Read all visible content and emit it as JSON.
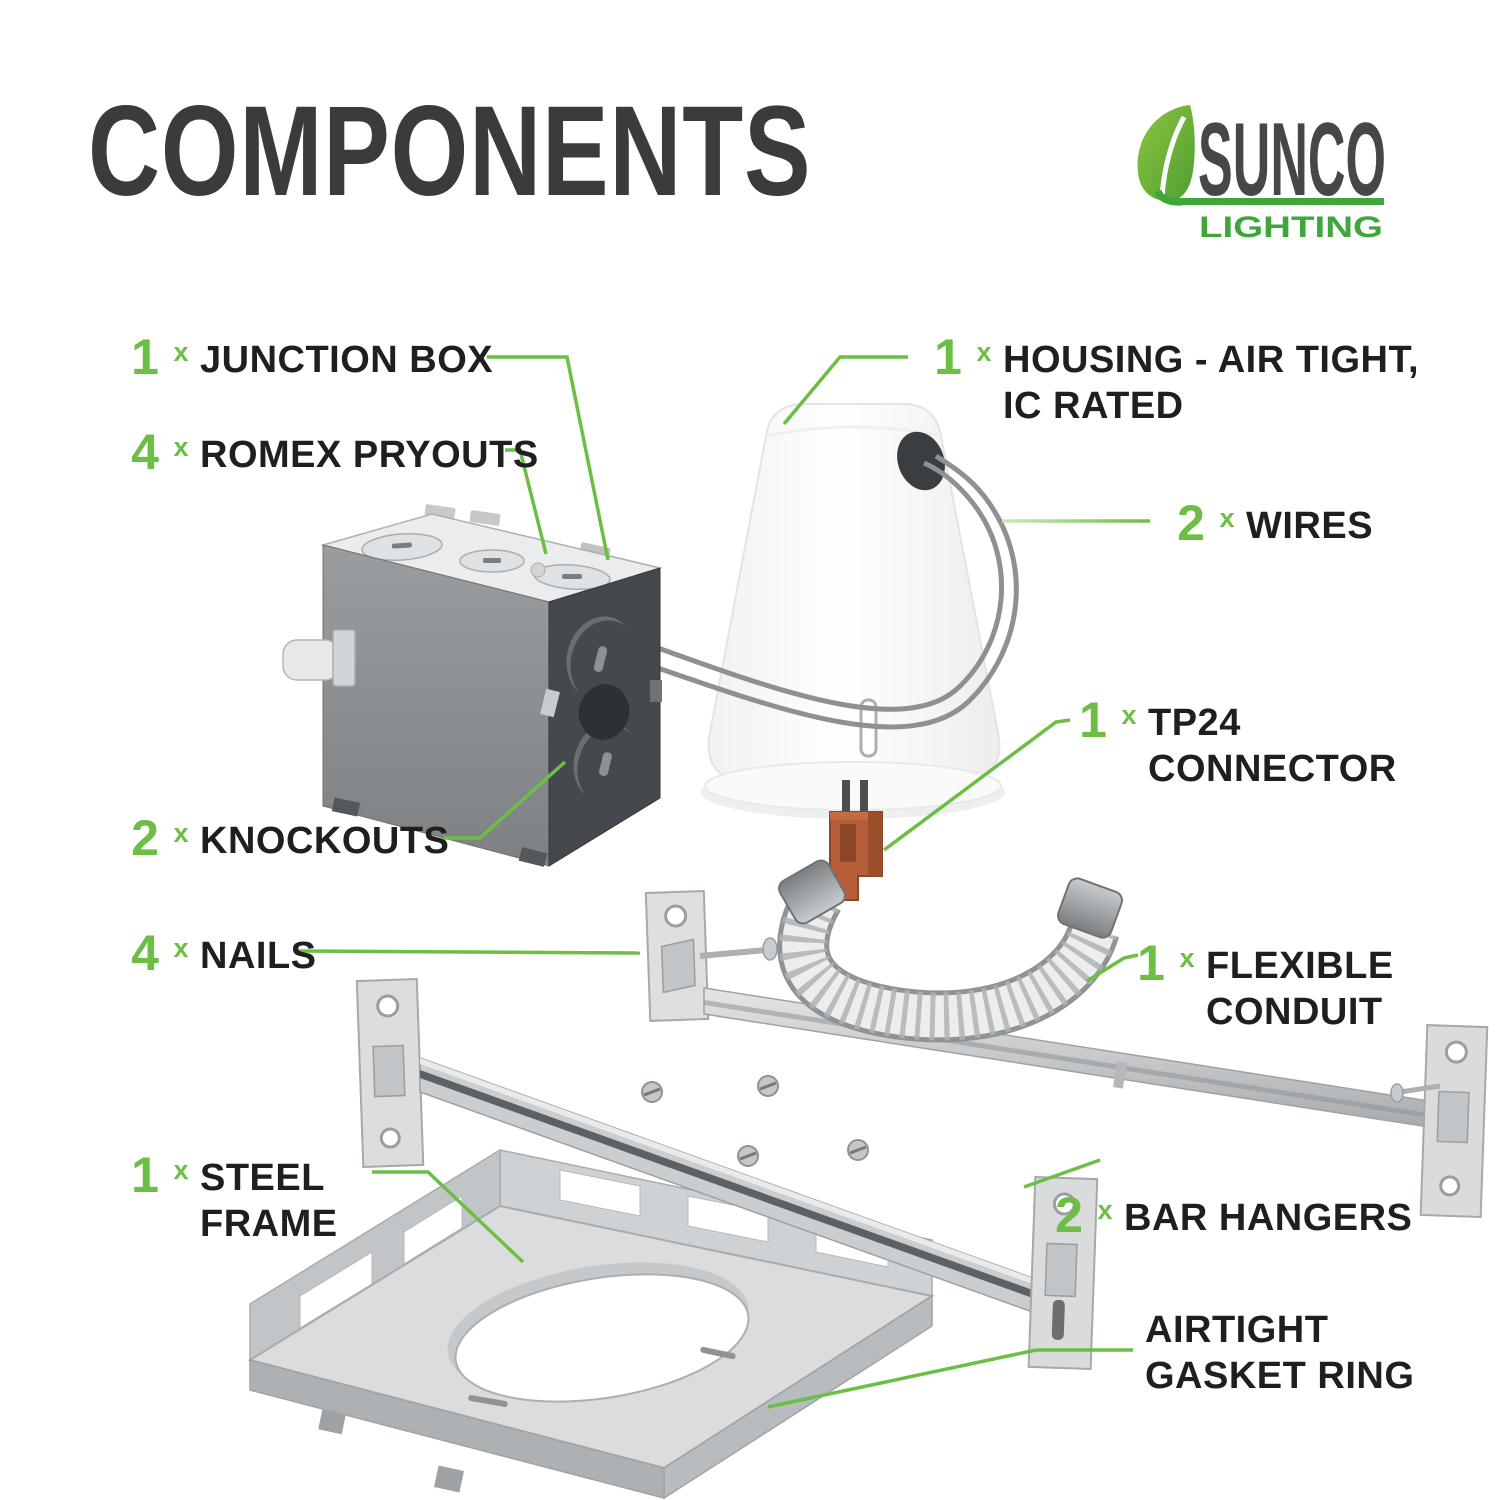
{
  "header": {
    "title": "COMPONENTS"
  },
  "logo": {
    "brand": "SUNCO",
    "subtitle": "LIGHTING",
    "brand_color": "#45474a",
    "green": "#3fa63c"
  },
  "colors": {
    "accent_green": "#6cbe45",
    "label_text": "#1f1f1f",
    "title_text": "#3b3b3b",
    "background": "#ffffff"
  },
  "components": [
    {
      "id": "junction-box",
      "qty": "1",
      "times": "x",
      "label": "JUNCTION BOX",
      "label_lines": [
        "JUNCTION BOX"
      ]
    },
    {
      "id": "romex-pryouts",
      "qty": "4",
      "times": "x",
      "label": "ROMEX PRYOUTS",
      "label_lines": [
        "ROMEX PRYOUTS"
      ]
    },
    {
      "id": "knockouts",
      "qty": "2",
      "times": "x",
      "label": "KNOCKOUTS",
      "label_lines": [
        "KNOCKOUTS"
      ]
    },
    {
      "id": "nails",
      "qty": "4",
      "times": "x",
      "label": "NAILS",
      "label_lines": [
        "NAILS"
      ]
    },
    {
      "id": "steel-frame",
      "qty": "1",
      "times": "x",
      "label": "STEEL FRAME",
      "label_lines": [
        "STEEL",
        "FRAME"
      ]
    },
    {
      "id": "housing",
      "qty": "1",
      "times": "x",
      "label": "HOUSING - AIR TIGHT, IC RATED",
      "label_lines": [
        "HOUSING - AIR TIGHT,",
        "IC RATED"
      ]
    },
    {
      "id": "wires",
      "qty": "2",
      "times": "x",
      "label": "WIRES",
      "label_lines": [
        "WIRES"
      ]
    },
    {
      "id": "tp24-connector",
      "qty": "1",
      "times": "x",
      "label": "TP24 CONNECTOR",
      "label_lines": [
        "TP24",
        "CONNECTOR"
      ]
    },
    {
      "id": "flexible-conduit",
      "qty": "1",
      "times": "x",
      "label": "FLEXIBLE CONDUIT",
      "label_lines": [
        "FLEXIBLE",
        "CONDUIT"
      ]
    },
    {
      "id": "bar-hangers",
      "qty": "2",
      "times": "x",
      "label": "BAR HANGERS",
      "label_lines": [
        "BAR HANGERS"
      ]
    },
    {
      "id": "airtight-gasket-ring",
      "qty": "",
      "times": "",
      "label": "AIRTIGHT GASKET RING",
      "label_lines": [
        "AIRTIGHT",
        "GASKET RING"
      ]
    }
  ]
}
